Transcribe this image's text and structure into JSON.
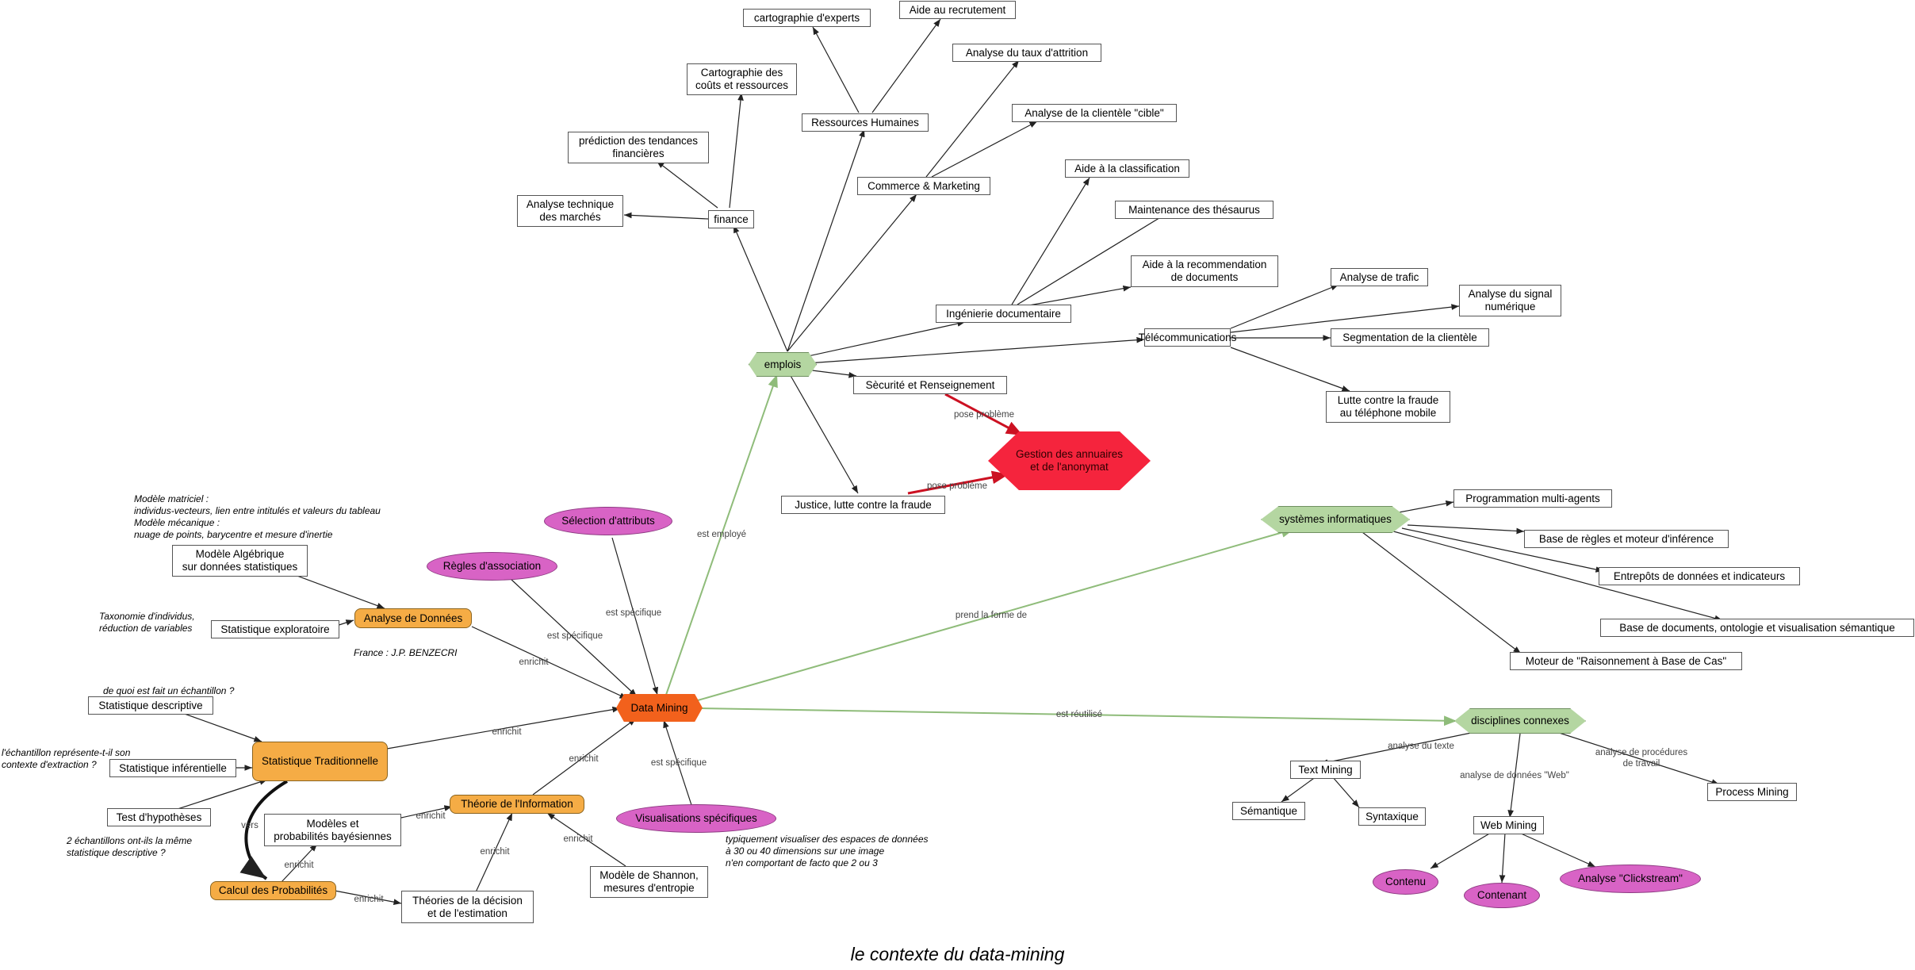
{
  "caption": "le contexte du data-mining",
  "nodes": {
    "cartographie_experts": "cartographie d'experts",
    "aide_recrutement": "Aide au recrutement",
    "analyse_attrition": "Analyse du taux d'attrition",
    "cartographie_couts": "Cartographie des\ncoûts et ressources",
    "analyse_clientele": "Analyse de la clientèle \"cible\"",
    "ressources_humaines": "Ressources Humaines",
    "prediction_tendances": "prédiction des tendances\nfinancières",
    "aide_classification": "Aide à la classification",
    "commerce_marketing": "Commerce & Marketing",
    "maintenance_thesaurus": "Maintenance des thésaurus",
    "analyse_technique": "Analyse technique\ndes marchés",
    "finance": "finance",
    "aide_recommandation": "Aide à la recommendation\nde documents",
    "analyse_trafic": "Analyse de trafic",
    "analyse_signal": "Analyse du signal\nnumérique",
    "ingenierie_documentaire": "Ingénierie documentaire",
    "telecommunications": "Télécommunications",
    "segmentation_clientele": "Segmentation de la clientèle",
    "emplois": "emplois",
    "securite": "Sècurité et Renseignement",
    "lutte_fraude": "Lutte contre la fraude\nau téléphone mobile",
    "gestion_annuaires": "Gestion des annuaires\net de l'anonymat",
    "justice": "Justice, lutte contre la fraude",
    "programmation_agents": "Programmation multi-agents",
    "systemes_info": "systèmes informatiques",
    "base_regles": "Base de règles et moteur d'inférence",
    "selection_attributs": "Sélection d'attributs",
    "modele_algebrique": "Modèle Algébrique\nsur données statistiques",
    "entrepots": "Entrepôts de données et indicateurs",
    "regles_association": "Règles d'association",
    "base_documents": "Base de documents, ontologie et visualisation sémantique",
    "statistique_exploratoire": "Statistique exploratoire",
    "analyse_donnees": "Analyse de Données",
    "moteur_rbc": "Moteur de \"Raisonnement à Base de Cas\"",
    "statistique_descriptive": "Statistique descriptive",
    "data_mining": "Data Mining",
    "disciplines_connexes": "disciplines connexes",
    "statistique_inferentielle": "Statistique inférentielle",
    "statistique_traditionnelle": "Statistique Traditionnelle",
    "text_mining": "Text Mining",
    "process_mining": "Process Mining",
    "theorie_information": "Théorie de l'Information",
    "semantique": "Sémantique",
    "syntaxique": "Syntaxique",
    "test_hypotheses": "Test d'hypothèses",
    "visualisations": "Visualisations spécifiques",
    "modeles_bayesiens": "Modèles et\nprobabilités bayésiennes",
    "web_mining": "Web Mining",
    "contenu": "Contenu",
    "analyse_clickstream": "Analyse \"Clickstream\"",
    "modele_shannon": "Modèle de Shannon,\nmesures d'entropie",
    "calcul_probabilites": "Calcul des Probabilités",
    "contenant": "Contenant",
    "theories_decision": "Théories de la décision\net de l'estimation"
  },
  "notes": {
    "modele_matriciel": "Modèle matriciel :\n                    individus-vecteurs, lien entre intitulés et valeurs du tableau\nModèle mécanique :\n                    nuage de points, barycentre et mesure d'inertie",
    "taxonomie": "Taxonomie d'individus,\nréduction de variables",
    "benzecri": "France : J.P. BENZECRI",
    "echantillon_fait": "de quoi est fait un échantillon ?",
    "echantillon_represente": "l'échantillon représente-t-il son\ncontexte d'extraction ?",
    "echantillons_meme": "2 échantillons ont-ils la même\nstatistique descriptive ?",
    "typiquement": "typiquement visualiser des espaces de données\nà 30 ou 40 dimensions sur une image\nn'en comportant de facto que 2 ou 3"
  },
  "edge_labels": {
    "pose_probleme_1": "pose problème",
    "pose_probleme_2": "pose problème",
    "est_employe": "est employé",
    "est_specifique_1": "est spécifique",
    "est_specifique_2": "est spécifique",
    "est_specifique_3": "est spécifique",
    "enrichit_1": "enrichit",
    "enrichit_2": "enrichit",
    "enrichit_3": "enrichit",
    "enrichit_4": "enrichit",
    "enrichit_5": "enrichit",
    "enrichit_6": "enrichit",
    "enrichit_7": "enrichit",
    "enrichit_8": "enrichit",
    "prend_forme": "prend la forme de",
    "est_reutilise": "est réutilisé",
    "analyse_texte": "analyse du texte",
    "analyse_web": "analyse de données \"Web\"",
    "analyse_procedures": "analyse de procédures\nde travail",
    "vers": "vers"
  },
  "colors": {
    "box_border": "#555555",
    "orange": "#f5ac45",
    "pink": "#d863c5",
    "green": "#b4d6a1",
    "data_mining": "#f2611c",
    "red": "#f5243d",
    "green_edge": "#8fbc7a",
    "red_edge": "#cc1122",
    "black_edge": "#222222"
  }
}
